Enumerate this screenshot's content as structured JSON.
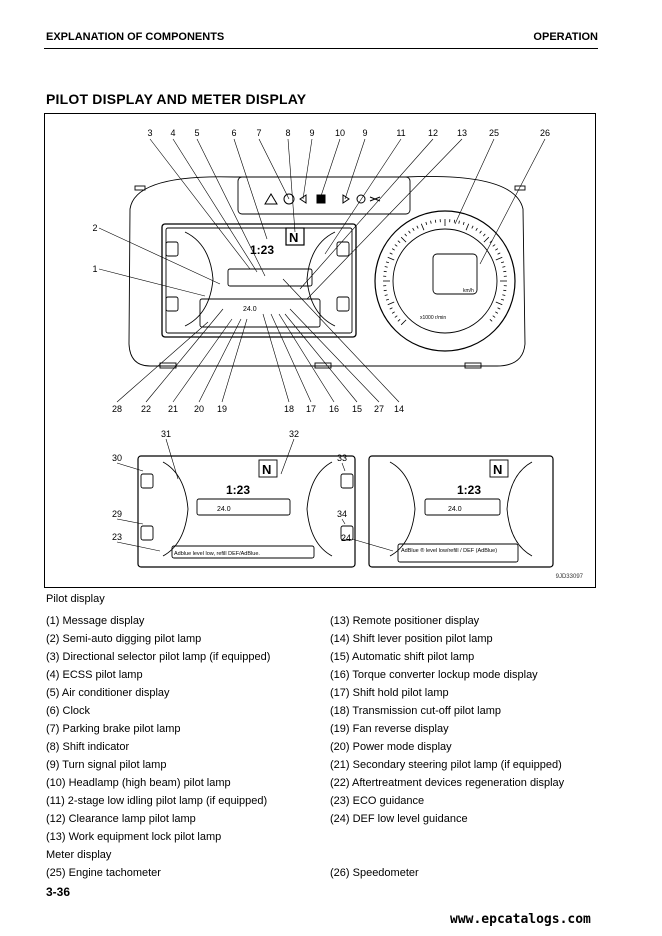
{
  "header": {
    "left": "EXPLANATION OF COMPONENTS",
    "right": "OPERATION"
  },
  "section_title": "PILOT DISPLAY AND METER DISPLAY",
  "figure": {
    "code": "9JD33097",
    "callouts_top": [
      "3",
      "4",
      "5",
      "6",
      "7",
      "8",
      "9",
      "10",
      "9",
      "11",
      "12",
      "13",
      "25",
      "26"
    ],
    "callouts_left": [
      "2",
      "1"
    ],
    "callouts_bottom": [
      "28",
      "22",
      "21",
      "20",
      "19",
      "18",
      "17",
      "16",
      "15",
      "27",
      "14"
    ],
    "callouts_lower_left": [
      "31",
      "32",
      "30",
      "33",
      "29",
      "34",
      "23"
    ],
    "callout_lower_right": "24",
    "indicator_text": {
      "gear": "N",
      "clock": "1:23",
      "unit": "km/h",
      "temp": "24.0",
      "tacho_label": "x1000 r/min"
    },
    "message_left": "Adblue level low, refill DEF/AdBlue.",
    "message_right": "AdBlue ® level low/refill / DEF (AdBlue)",
    "icons": [
      "warning-icon",
      "parking-brake-icon",
      "turn-left-icon",
      "headlamp-icon",
      "turn-right-icon",
      "clearance-lamp-icon"
    ]
  },
  "captions": {
    "pilot_display": "Pilot display",
    "meter_display": "Meter display"
  },
  "left_items": [
    "(1) Message display",
    "(2) Semi-auto digging pilot lamp",
    "(3) Directional selector pilot lamp (if equipped)",
    "(4) ECSS pilot lamp",
    "(5) Air conditioner display",
    "(6) Clock",
    "(7) Parking brake pilot lamp",
    "(8) Shift indicator",
    "(9) Turn signal pilot lamp",
    "(10) Headlamp (high beam) pilot lamp",
    "(11) 2-stage low idling pilot lamp (if equipped)",
    "(12) Clearance lamp pilot lamp",
    "(13) Work equipment lock pilot lamp"
  ],
  "right_items": [
    "(13) Remote positioner display",
    "(14) Shift lever position pilot lamp",
    "(15) Automatic shift pilot lamp",
    "(16) Torque converter lockup mode display",
    "(17) Shift hold pilot lamp",
    "(18) Transmission cut-off pilot lamp",
    "(19) Fan reverse display",
    "(20) Power mode display",
    "(21) Secondary steering pilot lamp (if equipped)",
    "(22) Aftertreatment devices regeneration display",
    "(23) ECO guidance",
    "(24) DEF low level guidance"
  ],
  "meter_items": {
    "left": "(25) Engine tachometer",
    "right": "(26) Speedometer"
  },
  "page_number": "3-36",
  "watermark": "www.epcatalogs.com"
}
